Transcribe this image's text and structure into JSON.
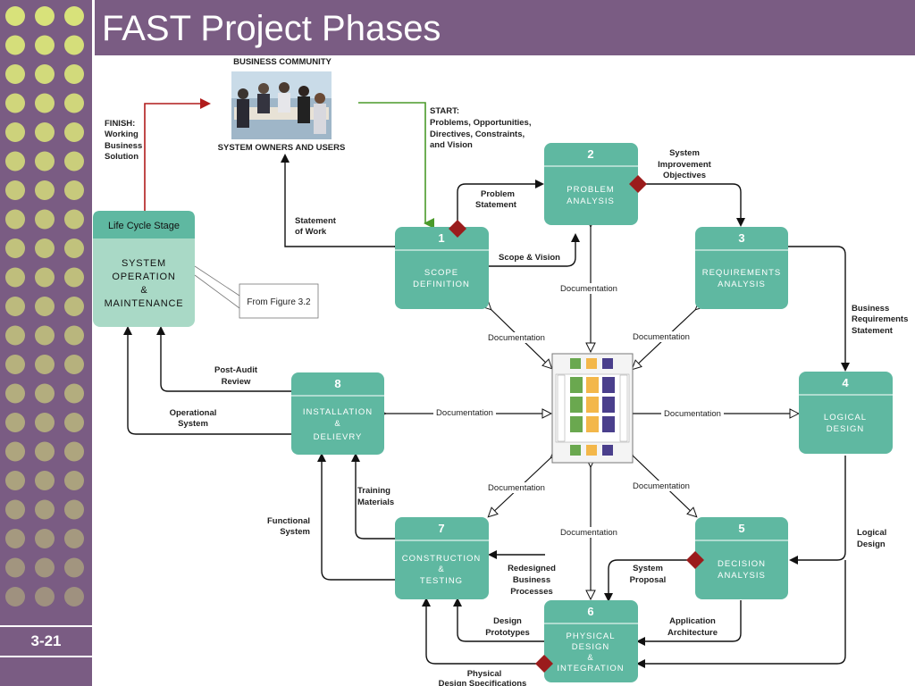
{
  "slide": {
    "title": "FAST Project Phases",
    "number": "3-21"
  },
  "colors": {
    "accent": "#7a5c83",
    "box": "#5fb8a1",
    "box_light": "#a9d9c6",
    "dot": "#d8e27a"
  },
  "community": {
    "heading": "BUSINESS COMMUNITY",
    "caption": "SYSTEM OWNERS AND USERS"
  },
  "start": {
    "l1": "START:",
    "l2": "Problems, Opportunities,",
    "l3": "Directives, Constraints,",
    "l4": "and Vision"
  },
  "finish": {
    "l1": "FINISH:",
    "l2": "Working",
    "l3": "Business",
    "l4": "Solution"
  },
  "lifecycle": {
    "header": "Life Cycle Stage",
    "l1": "SYSTEM",
    "l2": "OPERATION",
    "l3": "&",
    "l4": "MAINTENANCE",
    "callout": "From Figure 3.2"
  },
  "phases": [
    {
      "num": "1",
      "l1": "SCOPE",
      "l2": "DEFINITION"
    },
    {
      "num": "2",
      "l1": "PROBLEM",
      "l2": "ANALYSIS"
    },
    {
      "num": "3",
      "l1": "REQUIREMENTS",
      "l2": "ANALYSIS"
    },
    {
      "num": "4",
      "l1": "LOGICAL",
      "l2": "DESIGN"
    },
    {
      "num": "5",
      "l1": "DECISION",
      "l2": "ANALYSIS"
    },
    {
      "num": "6",
      "l1": "PHYSICAL",
      "l2": "DESIGN",
      "l3": "&",
      "l4": "INTEGRATION"
    },
    {
      "num": "7",
      "l1": "CONSTRUCTION",
      "l2": "&",
      "l3": "TESTING"
    },
    {
      "num": "8",
      "l1": "INSTALLATION",
      "l2": "&",
      "l3": "DELIEVRY"
    }
  ],
  "labels": {
    "statement_of_work": {
      "l1": "Statement",
      "l2": "of Work"
    },
    "problem_statement": {
      "l1": "Problem",
      "l2": "Statement"
    },
    "scope_vision": "Scope & Vision",
    "sys_improvement": {
      "l1": "System",
      "l2": "Improvement",
      "l3": "Objectives"
    },
    "business_req": {
      "l1": "Business",
      "l2": "Requirements",
      "l3": "Statement"
    },
    "logical_design": {
      "l1": "Logical",
      "l2": "Design"
    },
    "system_proposal": {
      "l1": "System",
      "l2": "Proposal"
    },
    "app_arch": {
      "l1": "Application",
      "l2": "Architecture"
    },
    "redesigned": {
      "l1": "Redesigned",
      "l2": "Business",
      "l3": "Processes"
    },
    "design_prototypes": {
      "l1": "Design",
      "l2": "Prototypes"
    },
    "physical_specs": {
      "l1": "Physical",
      "l2": "Design Specifications"
    },
    "training": {
      "l1": "Training",
      "l2": "Materials"
    },
    "functional": {
      "l1": "Functional",
      "l2": "System"
    },
    "post_audit": {
      "l1": "Post-Audit",
      "l2": "Review"
    },
    "operational": {
      "l1": "Operational",
      "l2": "System"
    },
    "documentation": "Documentation"
  }
}
